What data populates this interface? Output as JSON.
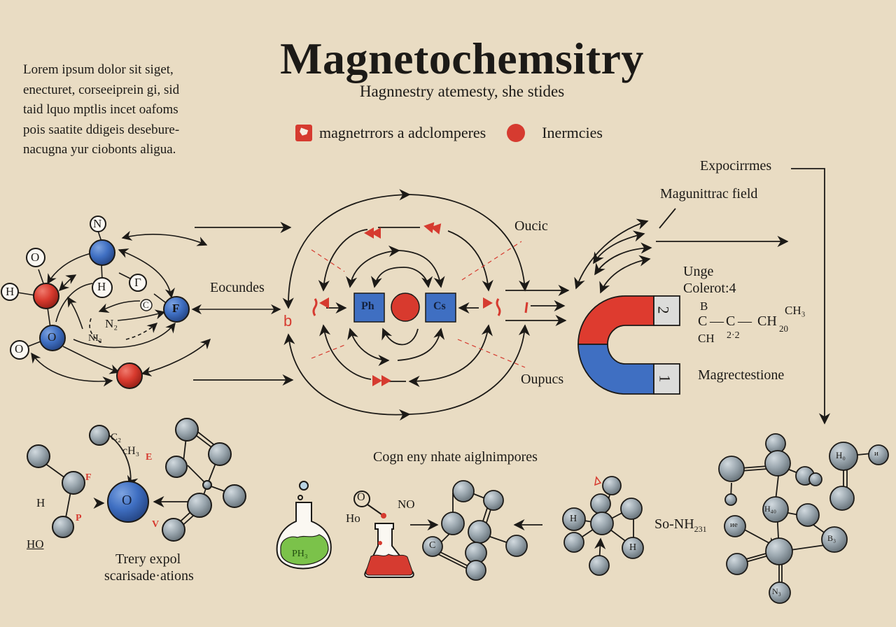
{
  "header": {
    "title": "Magnetochemsitry",
    "subtitle": "Hagnnestry atemesty, she stides"
  },
  "intro_text": [
    "Lorem ipsum dolor sit siget,",
    "enecturet, corseeiprein gi, sid",
    "taid lquo mptlis incet oafoms",
    "pois saatite ddigeis desebure-",
    "nacugna yur ciobonts aligua."
  ],
  "legend": {
    "items": [
      {
        "icon": "red-square-icon",
        "label": "magnetrrors a adclomperes",
        "color": "#d63b30"
      },
      {
        "icon": "red-circle-icon",
        "label": "Inermcies",
        "color": "#d63b30"
      }
    ]
  },
  "labels": {
    "eocundes": "Eocundes",
    "b_marker": "b",
    "oucic": "Oucic",
    "oupucs": "Oupucs",
    "expocirrmes": "Expocirrmes",
    "magnetic_field": "Magunittrac field",
    "unge": "Unge",
    "colerot": "Colerot:4",
    "magrectestione": "Magrectestione",
    "cogn": "Cogn eny nhate aiglnimpores",
    "trery_line1": "Trery expol",
    "trery_line2": "scarisade·ations",
    "sonh": "So-NH",
    "sonh_sub": "231"
  },
  "molecule_left": {
    "atoms": [
      "N",
      "O",
      "H",
      "H",
      "Γ",
      "C",
      "F",
      "O",
      "O",
      "N₂",
      "NI₃"
    ]
  },
  "central_diagram": {
    "left_box": "Ph",
    "right_box": "Cs"
  },
  "magnet": {
    "top_pole": "2",
    "bottom_pole": "1",
    "colors": {
      "north": "#de3b2f",
      "south": "#3f6fc2"
    }
  },
  "formula": {
    "top": "B",
    "c1": "C",
    "bond1": "—",
    "c2": "C",
    "bond2": "—",
    "ch": "CH",
    "ch_sub": "20",
    "ch3": "CH₃",
    "below_c1": "CH",
    "below_c2": "2·2"
  },
  "bottom_left_molecule": {
    "c2": "C₂",
    "ch3": "cH₃",
    "h": "H",
    "ho": "HO",
    "center": "O",
    "red_marks": [
      "F",
      "P",
      "E",
      "V"
    ]
  },
  "bottom_middle": {
    "flask_label": "PH₃",
    "o_label": "O",
    "ho_label": "Ho",
    "no_label": "NO",
    "c_label": "C",
    "h_labels": [
      "H",
      "H"
    ]
  },
  "bottom_right_molecule": {
    "labels": [
      "H₀",
      "H₄₀",
      "B₃",
      "N₃",
      "ие",
      "и"
    ]
  },
  "colors": {
    "background": "#e9dcc3",
    "ink": "#1c1a17",
    "accent_red": "#d63b30",
    "accent_blue": "#3f6fc2",
    "atom_gray": "#9aa6ae"
  }
}
